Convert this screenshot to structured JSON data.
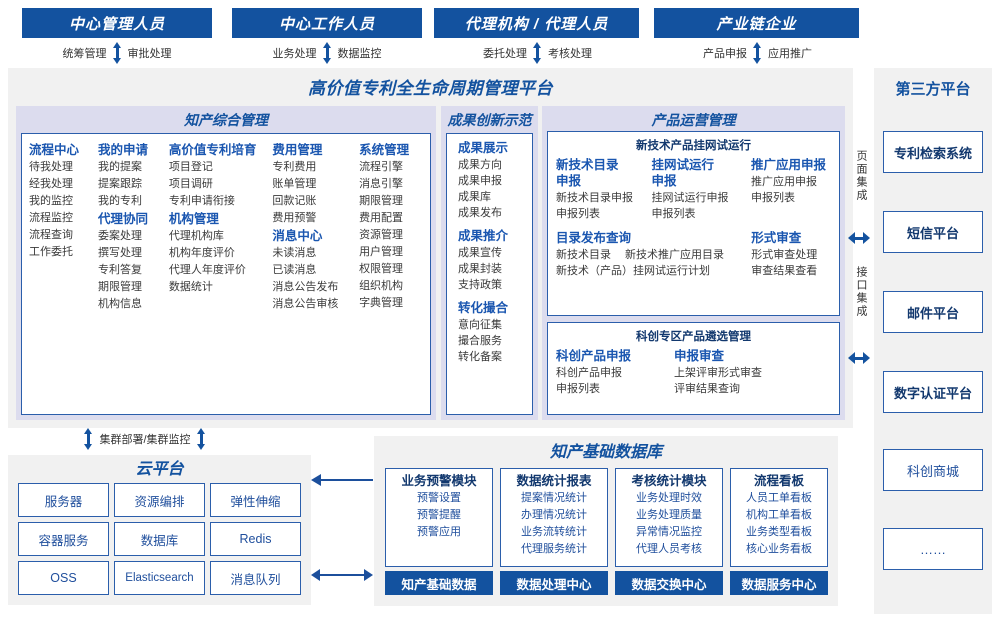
{
  "roles": [
    {
      "title": "中心管理人员",
      "left": "统筹管理",
      "right": "审批处理"
    },
    {
      "title": "中心工作人员",
      "left": "业务处理",
      "right": "数据监控"
    },
    {
      "title": "代理机构 / 代理人员",
      "left": "委托处理",
      "right": "考核处理"
    },
    {
      "title": "产业链企业",
      "left": "产品申报",
      "right": "应用推广"
    }
  ],
  "platform": {
    "title": "高价值专利全生命周期管理平台",
    "sections": {
      "comprehensive": {
        "title": "知产综合管理",
        "columns": [
          {
            "groups": [
              {
                "head": "流程中心",
                "items": [
                  "待我处理",
                  "经我处理",
                  "我的监控",
                  "流程监控",
                  "流程查询",
                  "工作委托"
                ]
              }
            ]
          },
          {
            "groups": [
              {
                "head": "我的申请",
                "items": [
                  "我的提案",
                  "提案跟踪",
                  "我的专利"
                ]
              },
              {
                "head": "代理协同",
                "items": [
                  "委案处理",
                  "撰写处理",
                  "专利答复",
                  "期限管理",
                  "机构信息"
                ]
              }
            ]
          },
          {
            "groups": [
              {
                "head": "高价值专利培育",
                "items": [
                  "项目登记",
                  "项目调研",
                  "专利申请衔接"
                ]
              },
              {
                "head": "机构管理",
                "items": [
                  "代理机构库",
                  "机构年度评价",
                  "代理人年度评价",
                  "数据统计"
                ]
              }
            ]
          },
          {
            "groups": [
              {
                "head": "费用管理",
                "items": [
                  "专利费用",
                  "账单管理",
                  "回款记账",
                  "费用预警"
                ]
              },
              {
                "head": "消息中心",
                "items": [
                  "未读消息",
                  "已读消息",
                  "消息公告发布",
                  "消息公告审核"
                ]
              }
            ]
          },
          {
            "groups": [
              {
                "head": "系统管理",
                "items": [
                  "流程引擎",
                  "消息引擎",
                  "期限管理",
                  "费用配置",
                  "资源管理",
                  "用户管理",
                  "权限管理",
                  "组织机构",
                  "字典管理"
                ]
              }
            ]
          }
        ]
      },
      "achievement": {
        "title": "成果创新示范",
        "groups": [
          {
            "head": "成果展示",
            "items": [
              "成果方向",
              "成果申报",
              "成果库",
              "成果发布"
            ]
          },
          {
            "head": "成果推介",
            "items": [
              "成果宣传",
              "成果封装",
              "支持政策"
            ]
          },
          {
            "head": "转化撮合",
            "items": [
              "意向征集",
              "撮合服务",
              "转化备案"
            ]
          }
        ]
      },
      "product": {
        "title": "产品运营管理",
        "box1": {
          "title": "新技术产品挂网试运行",
          "row1": [
            {
              "head": "新技术目录申报",
              "items": [
                "新技术目录申报",
                "申报列表"
              ]
            },
            {
              "head": "挂网试运行申报",
              "items": [
                "挂网试运行申报",
                "申报列表"
              ]
            },
            {
              "head": "推广应用申报",
              "items": [
                "推广应用申报",
                "申报列表"
              ]
            }
          ],
          "row2": [
            {
              "head": "目录发布查询",
              "items": [
                "新技术目录",
                "新技术推广应用目录",
                "新技术（产品）挂网试运行计划"
              ]
            },
            {
              "head": "形式审查",
              "items": [
                "形式审查处理",
                "审查结果查看"
              ]
            }
          ]
        },
        "box2": {
          "title": "科创专区产品遴选管理",
          "columns": [
            {
              "head": "科创产品申报",
              "items": [
                "科创产品申报",
                "申报列表"
              ]
            },
            {
              "head": "申报审查",
              "items": [
                "上架评审形式审查",
                "评审结果查询"
              ]
            }
          ]
        }
      }
    },
    "integration": {
      "page": "页面集成",
      "api": "接口集成"
    }
  },
  "third_party": {
    "title": "第三方平台",
    "items": [
      "专利检索系统",
      "短信平台",
      "邮件平台",
      "数字认证平台",
      "科创商城",
      "……"
    ]
  },
  "cloud": {
    "cluster_label": "集群部署/集群监控",
    "title": "云平台",
    "cells": [
      "服务器",
      "资源编排",
      "弹性伸缩",
      "容器服务",
      "数据库",
      "Redis",
      "OSS",
      "Elasticsearch",
      "消息队列"
    ]
  },
  "database": {
    "title": "知产基础数据库",
    "columns": [
      {
        "head": "业务预警模块",
        "items": [
          "预警设置",
          "预警提醒",
          "预警应用"
        ],
        "foot": "知产基础数据"
      },
      {
        "head": "数据统计报表",
        "items": [
          "提案情况统计",
          "办理情况统计",
          "业务流转统计",
          "代理服务统计"
        ],
        "foot": "数据处理中心"
      },
      {
        "head": "考核统计模块",
        "items": [
          "业务处理时效",
          "业务处理质量",
          "异常情况监控",
          "代理人员考核"
        ],
        "foot": "数据交换中心"
      },
      {
        "head": "流程看板",
        "items": [
          "人员工单看板",
          "机构工单看板",
          "业务类型看板",
          "核心业务看板"
        ],
        "foot": "数据服务中心"
      }
    ]
  },
  "colors": {
    "brand_blue": "#13529f",
    "panel_gray": "#f1f1f1",
    "panel_lavender": "#dcdcee",
    "border_blue": "#2b5eab"
  }
}
